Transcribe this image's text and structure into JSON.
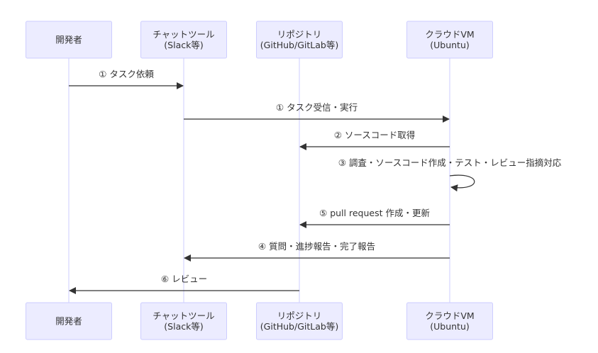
{
  "participants": [
    {
      "id": "dev",
      "lines": [
        "開発者"
      ]
    },
    {
      "id": "chat",
      "lines": [
        "チャットツール",
        "(Slack等)"
      ]
    },
    {
      "id": "repo",
      "lines": [
        "リポジトリ",
        "(GitHub/GitLab等)"
      ]
    },
    {
      "id": "vm",
      "lines": [
        "クラウドVM",
        "(Ubuntu)"
      ]
    }
  ],
  "messages": [
    {
      "from": "dev",
      "to": "chat",
      "label": "① タスク依頼"
    },
    {
      "from": "chat",
      "to": "vm",
      "label": "① タスク受信・実行"
    },
    {
      "from": "vm",
      "to": "repo",
      "label": "② ソースコード取得"
    },
    {
      "from": "vm",
      "to": "vm",
      "label": "③ 調査・ソースコード作成・テスト・レビュー指摘対応"
    },
    {
      "from": "vm",
      "to": "repo",
      "label": "⑤ pull request 作成・更新"
    },
    {
      "from": "vm",
      "to": "chat",
      "label": "④ 質問・進捗報告・完了報告"
    },
    {
      "from": "repo",
      "to": "dev",
      "label": "⑥ レビュー"
    }
  ]
}
